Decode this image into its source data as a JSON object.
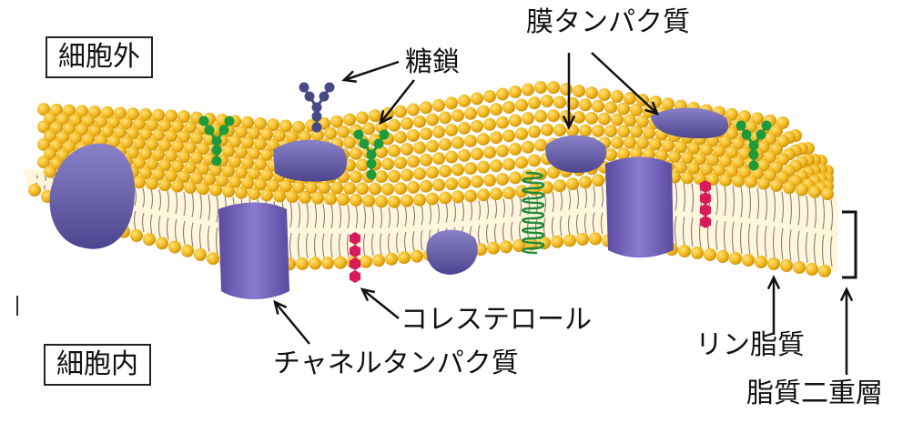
{
  "labels": {
    "outside": "細胞外",
    "inside": "細胞内",
    "sugar_chain": "糖鎖",
    "membrane_protein": "膜タンパク質",
    "cholesterol": "コレステロール",
    "channel_protein": "チャネルタンパク質",
    "phospholipid": "リン脂質",
    "lipid_bilayer": "脂質二重層"
  },
  "colors": {
    "head": "#f2b81e",
    "head_edge": "#c88d0a",
    "tail": "#8a7c7c",
    "interior": "#fff6dc",
    "protein": "#6a5ab0",
    "protein_dark": "#4b3f8a",
    "glycan_green": "#1f9a3a",
    "glycan_blue": "#454a86",
    "cholesterol": "#d81a5a",
    "helix": "#1f8a3a"
  }
}
